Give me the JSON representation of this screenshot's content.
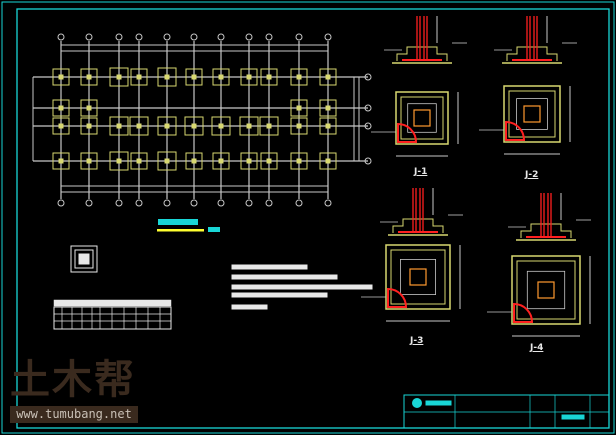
{
  "drawing": {
    "background": "#000000",
    "colors": {
      "frame": "#19d6d6",
      "axis": "#c8c8c8",
      "footing": "#d8d870",
      "rebar": "#ff2020",
      "title": "#19d6d6",
      "underline": "#ffff30"
    },
    "details": [
      {
        "label": "J-1"
      },
      {
        "label": "J-2"
      },
      {
        "label": "J-3"
      },
      {
        "label": "J-4"
      }
    ]
  },
  "watermark": {
    "logo_text": "土木帮",
    "url": "www.tumubang.net"
  }
}
